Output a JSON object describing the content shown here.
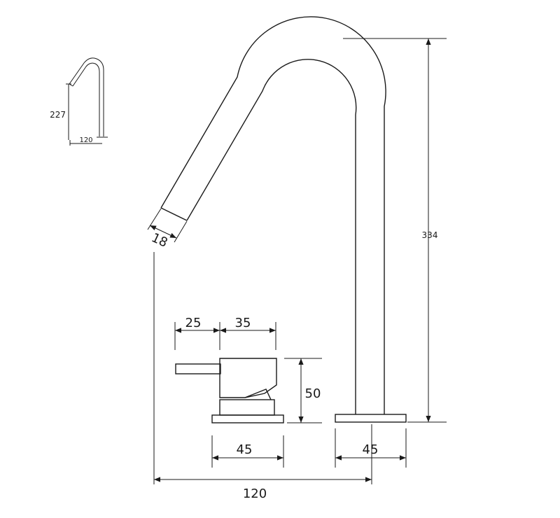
{
  "thumbnail": {
    "height_label": "227",
    "reach_label": "120"
  },
  "spout": {
    "height_label": "334",
    "outlet_label": "18",
    "base_width_label": "45"
  },
  "handle": {
    "lever_offset_label": "25",
    "body_depth_label": "35",
    "height_label": "50",
    "base_width_label": "45"
  },
  "overall": {
    "centres_label": "120"
  }
}
